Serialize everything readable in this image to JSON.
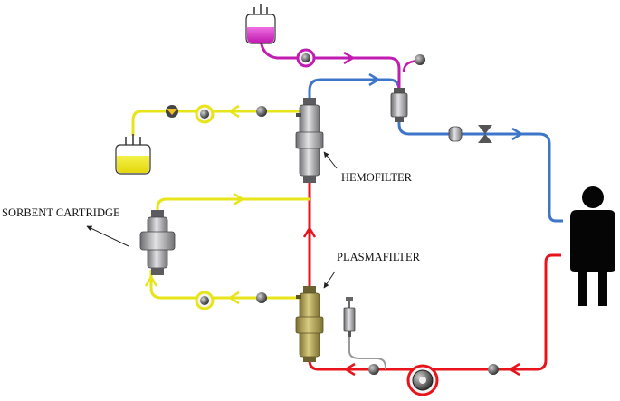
{
  "labels": {
    "hemofilter": "HEMOFILTER",
    "plasmafilter": "PLASMAFILTER",
    "sorbent_cartridge": "SORBENT CARTRIDGE"
  },
  "colors": {
    "blood_out": "#e8141c",
    "blood_return": "#3d76c9",
    "filtrate": "#e7e51a",
    "replacement": "#c21cb3",
    "patient": "#050505",
    "plasmafilter_body": "#b3a34a",
    "filter_body": "#a9a9ad"
  },
  "icons": [
    "patient-silhouette-icon",
    "roller-pump-icon",
    "pressure-sensor-icon",
    "fluid-bag-icon",
    "syringe-pump-icon",
    "air-bubble-detector-icon",
    "clamp-icon",
    "drip-chamber-icon"
  ]
}
